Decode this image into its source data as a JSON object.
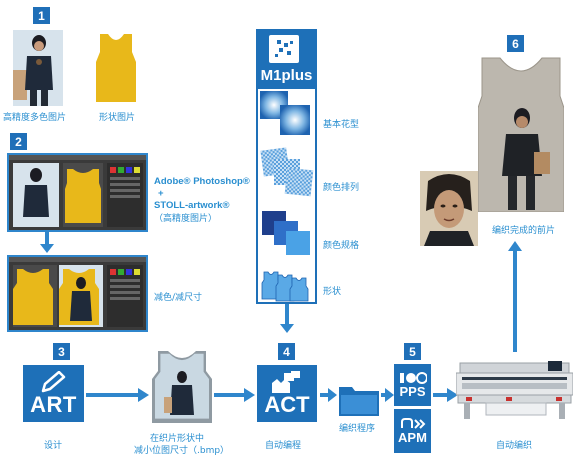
{
  "steps": [
    "1",
    "2",
    "3",
    "4",
    "5",
    "6"
  ],
  "images": {
    "hires_caption": "高精度多色图片",
    "shape_caption": "形状图片"
  },
  "software": {
    "line1": "Adobe® Photoshop®",
    "line2": "+",
    "line3": "STOLL-artwork®",
    "line4": "（高精度图片）",
    "reduce_caption": "减色/减尺寸"
  },
  "m1plus": {
    "title": "M1plus",
    "items": [
      "基本花型",
      "颜色排列",
      "颜色规格",
      "形状"
    ]
  },
  "art": {
    "label": "ART",
    "caption": "设计"
  },
  "bitmap": {
    "caption_line1": "在织片形状中",
    "caption_line2": "减小位图尺寸（.bmp）"
  },
  "act": {
    "label": "ACT",
    "caption": "自动编程"
  },
  "program": {
    "caption": "编织程序"
  },
  "pps": {
    "label": "PPS"
  },
  "apm": {
    "label": "APM"
  },
  "machine": {
    "caption": "自动编织"
  },
  "result": {
    "caption": "编织完成的前片"
  },
  "colors": {
    "brand_blue": "#1e70b8",
    "arrow_blue": "#2f86cc",
    "text_blue": "#2a8fd0",
    "yellow": "#e8b81a"
  }
}
